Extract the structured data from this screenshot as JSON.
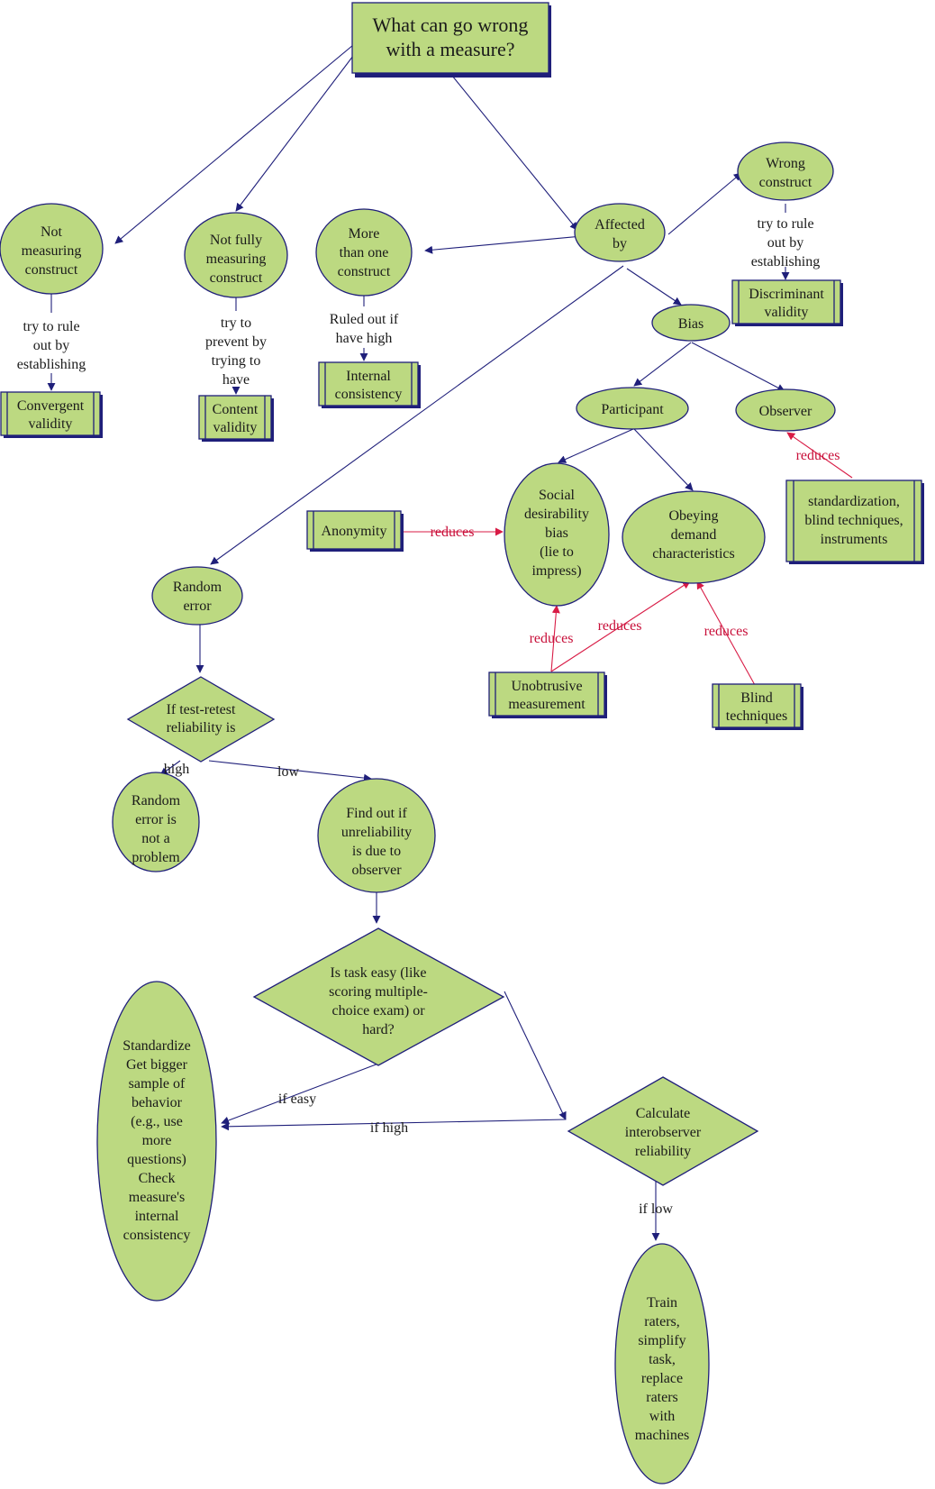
{
  "colors": {
    "node_fill": "#bcd981",
    "node_stroke": "#1f1f7a",
    "arrow_blue": "#1f1f7a",
    "arrow_red": "#d81b45",
    "red_label": "#c8103a"
  },
  "nodes": {
    "root": [
      "What can go wrong",
      "with a measure?"
    ],
    "not_measuring": [
      "Not",
      "measuring",
      "construct"
    ],
    "not_fully": [
      "Not fully",
      "measuring",
      "construct"
    ],
    "more_than_one": [
      "More",
      "than one",
      "construct"
    ],
    "affected_by": [
      "Affected",
      "by"
    ],
    "wrong_construct": [
      "Wrong",
      "construct"
    ],
    "convergent": [
      "Convergent",
      "validity"
    ],
    "content": [
      "Content",
      "validity"
    ],
    "internal": [
      "Internal",
      "consistency"
    ],
    "discriminant": [
      "Discriminant",
      "validity"
    ],
    "bias": [
      "Bias"
    ],
    "participant": [
      "Participant"
    ],
    "observer": [
      "Observer"
    ],
    "standardization": [
      "standardization,",
      "blind techniques,",
      "instruments"
    ],
    "anonymity": [
      "Anonymity"
    ],
    "social_desirability": [
      "Social",
      "desirability",
      "bias",
      "(lie to",
      "impress)"
    ],
    "obeying": [
      "Obeying",
      "demand",
      "characteristics"
    ],
    "unobtrusive": [
      "Unobtrusive",
      "measurement"
    ],
    "blind_techniques": [
      "Blind",
      "techniques"
    ],
    "random_error": [
      "Random",
      "error"
    ],
    "test_retest": [
      "If test-retest",
      "reliability  is"
    ],
    "not_problem": [
      "Random",
      "error is",
      "not a",
      "problem"
    ],
    "find_out": [
      "Find out if",
      "unreliability",
      "is due to",
      "observer"
    ],
    "task_easy": [
      "Is task easy (like",
      "scoring multiple-",
      "choice exam) or",
      "hard?"
    ],
    "standardize": [
      "Standardize",
      "Get bigger",
      "sample of",
      "behavior",
      "(e.g., use",
      "more",
      "questions)",
      "Check",
      "measure's",
      "internal",
      "consistency"
    ],
    "interobserver": [
      "Calculate",
      "interobserver",
      "reliability"
    ],
    "train": [
      "Train",
      "raters,",
      "simplify",
      "task,",
      "replace",
      "raters",
      "with",
      "machines"
    ]
  },
  "labels": {
    "try_rule_out_1": [
      "try to rule",
      "out by",
      "establishing"
    ],
    "try_prevent": [
      "try to",
      "prevent by",
      "trying to",
      "have"
    ],
    "ruled_out": [
      "Ruled out if",
      "have high"
    ],
    "try_rule_out_2": [
      "try to rule",
      "out by",
      "establishing"
    ],
    "reduces_observer": "reduces",
    "reduces_anonymity": "reduces",
    "reduces_unobtrusive_1": "reduces",
    "reduces_unobtrusive_2": "reduces",
    "reduces_blind": "reduces",
    "high": "high",
    "low": "low",
    "if_easy": "if easy",
    "if_high": "if high",
    "if_low": "if low"
  }
}
